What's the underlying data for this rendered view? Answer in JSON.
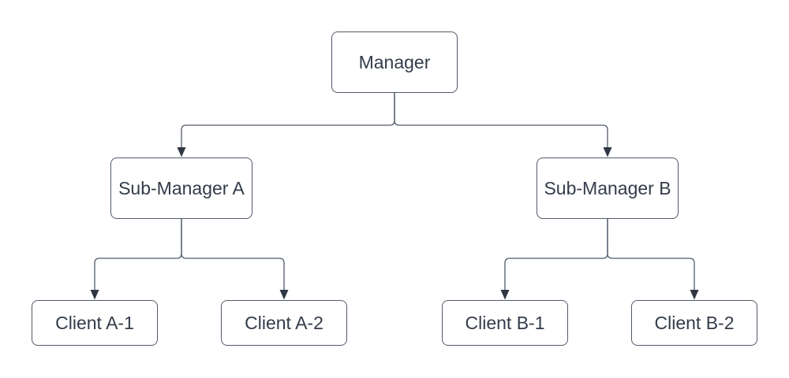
{
  "diagram": {
    "type": "org-chart",
    "nodes": {
      "manager": {
        "label": "Manager"
      },
      "sub_manager_a": {
        "label": "Sub-Manager A"
      },
      "sub_manager_b": {
        "label": "Sub-Manager B"
      },
      "client_a1": {
        "label": "Client A-1"
      },
      "client_a2": {
        "label": "Client A-2"
      },
      "client_b1": {
        "label": "Client B-1"
      },
      "client_b2": {
        "label": "Client B-2"
      }
    },
    "edges": [
      {
        "from": "Manager",
        "to": "Sub-Manager A"
      },
      {
        "from": "Manager",
        "to": "Sub-Manager B"
      },
      {
        "from": "Sub-Manager A",
        "to": "Client A-1"
      },
      {
        "from": "Sub-Manager A",
        "to": "Client A-2"
      },
      {
        "from": "Sub-Manager B",
        "to": "Client B-1"
      },
      {
        "from": "Sub-Manager B",
        "to": "Client B-2"
      }
    ]
  },
  "theme": {
    "background": "#ffffff",
    "node_fill": "#ffffff",
    "node_border": "#505a68",
    "line_color": "#505a68",
    "arrow_color": "#2f3744",
    "text_color": "#333b4a"
  }
}
